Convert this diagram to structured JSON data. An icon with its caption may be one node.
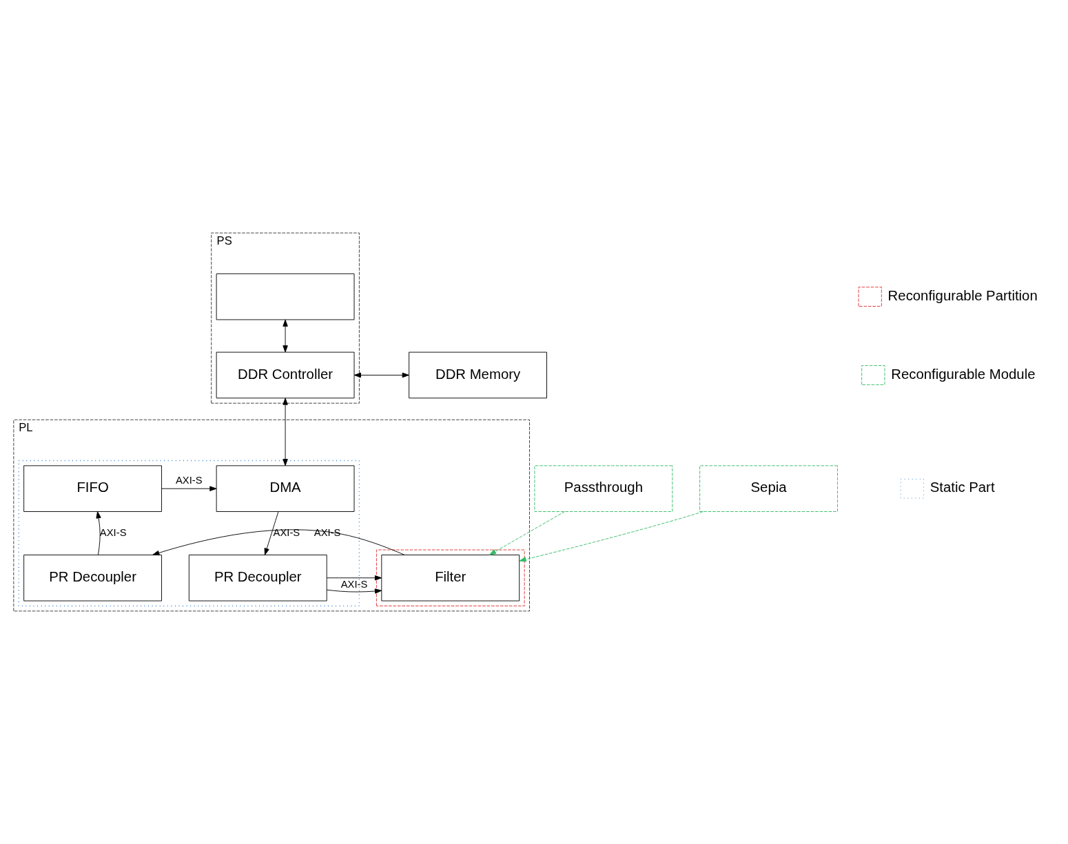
{
  "diagram": {
    "nodes": [
      {
        "text": [
          "PS"
        ]
      },
      {
        "text": [],
        "shape": "box",
        "in": 0
      },
      {
        "text": [
          "DDR Controller"
        ],
        "in": 0
      },
      {
        "text": [
          "DDR Memory"
        ]
      },
      {
        "text": [
          "PL"
        ]
      },
      {
        "text": [],
        "shape": "box",
        "in": 4
      },
      {
        "text": [
          "DMA"
        ],
        "in": 5
      },
      {
        "text": [
          "FIFO"
        ],
        "in": 5
      },
      {
        "text": [
          "PR Decoupler"
        ],
        "in": 5
      },
      {
        "text": [],
        "shape": "box",
        "in": 4
      },
      {
        "text": [
          "Filter"
        ],
        "in": 9
      },
      {
        "text": [
          "PR Decoupler"
        ],
        "in": 5
      },
      {
        "text": [
          "Passthrough"
        ]
      },
      {
        "text": [
          "Sepia"
        ]
      }
    ],
    "edges": [
      {
        "from": 1,
        "to": 2,
        "arrow": "both"
      },
      {
        "from": 2,
        "to": 3,
        "arrow": "both"
      },
      {
        "from": 2,
        "to": 6,
        "arrow": "both"
      },
      {
        "from": 7,
        "to": 6,
        "arrow": "to",
        "label": "AXI-S"
      },
      {
        "from": 6,
        "to": 8,
        "arrow": "to",
        "label": "AXI-S"
      },
      {
        "from": 8,
        "to": 10,
        "arrow": "to",
        "label": "AXI-S"
      },
      {
        "from": 10,
        "to": 11,
        "arrow": "to",
        "label": "AXI-S"
      },
      {
        "from": 11,
        "to": 7,
        "arrow": "to",
        "label": "AXI-S"
      },
      {
        "from": 12,
        "to": 10,
        "arrow": "to",
        "style": "dashed",
        "color": "#33bb66"
      },
      {
        "from": 13,
        "to": 10,
        "arrow": "to",
        "style": "dashed",
        "color": "#33bb66"
      }
    ],
    "legend": [
      {
        "text": "Reconfigurable Partition"
      },
      {
        "text": "Reconfigurable Module"
      },
      {
        "text": "Static Part"
      }
    ]
  }
}
